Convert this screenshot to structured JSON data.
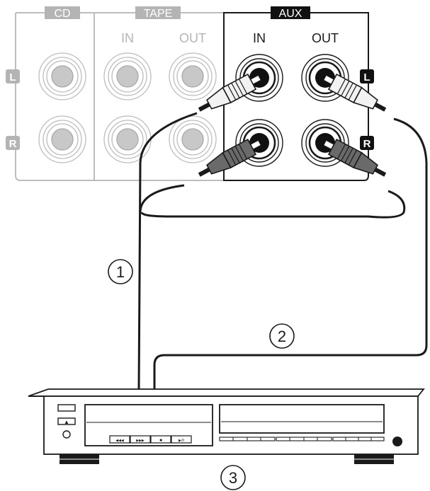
{
  "panel": {
    "cd_label": "CD",
    "tape_label": "TAPE",
    "aux_label": "AUX",
    "tape_in": "IN",
    "tape_out": "OUT",
    "aux_in": "IN",
    "aux_out": "OUT",
    "left_badge": "L",
    "right_badge": "R",
    "left_badge_aux": "L",
    "right_badge_aux": "R"
  },
  "callouts": {
    "cable_one": "1",
    "cable_two": "2",
    "device": "3"
  },
  "device": {
    "buttons": [
      "◀◀◀",
      "▶▶▶",
      "■",
      "▶/II"
    ]
  },
  "colors": {
    "faded": "#b4b4b4",
    "ink": "#1a1a1a",
    "plug_light": "#f0f0f0",
    "plug_dark": "#5a5a5a"
  }
}
